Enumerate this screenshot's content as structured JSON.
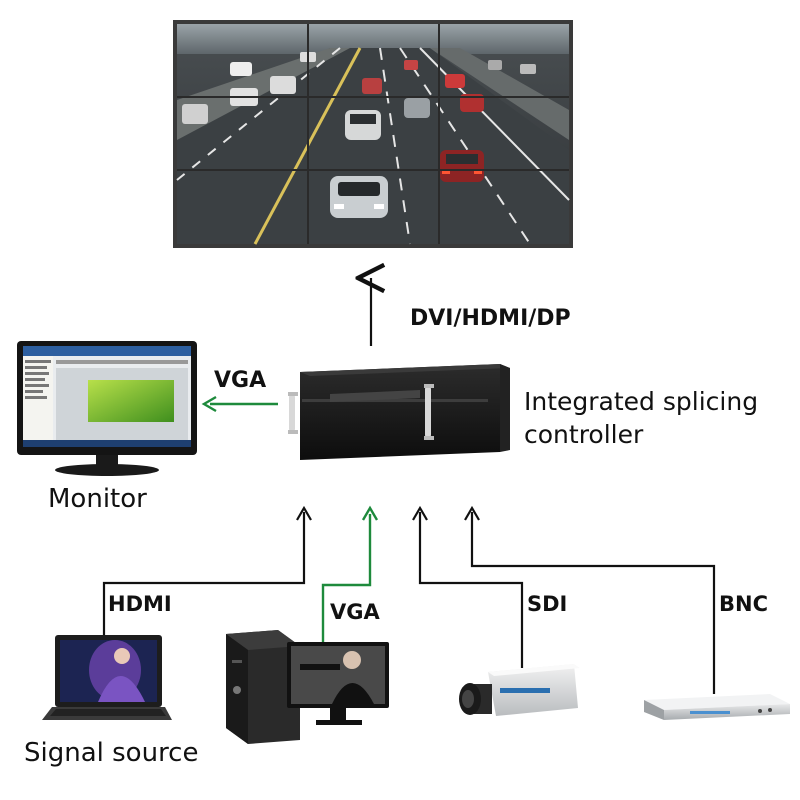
{
  "labels": {
    "output_link": "DVI/HDMI/DP",
    "monitor_link": "VGA",
    "hdmi_link": "HDMI",
    "pc_vga_link": "VGA",
    "sdi_link": "SDI",
    "bnc_link": "BNC"
  },
  "captions": {
    "monitor": "Monitor",
    "controller_line1": "Integrated splicing",
    "controller_line2": "controller",
    "signal_source": "Signal source"
  },
  "colors": {
    "black_line": "#111111",
    "green_line": "#1e8a3c",
    "device_body": "#1a1a1a",
    "video_wall_frame": "#3a3a3a"
  },
  "icons": {
    "video_wall": "video-wall-icon",
    "controller": "splicing-controller-icon",
    "monitor": "monitor-icon",
    "laptop": "laptop-icon",
    "desktop_pc": "desktop-pc-icon",
    "camera": "cctv-camera-icon",
    "dvd_player": "dvd-player-icon"
  }
}
